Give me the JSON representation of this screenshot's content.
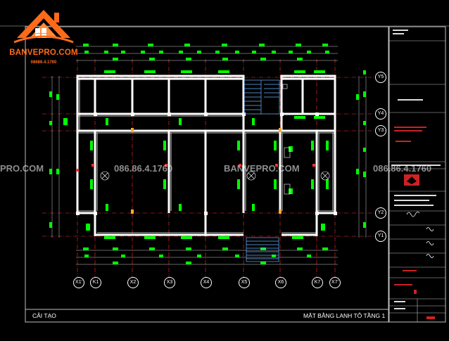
{
  "logo": {
    "name": "BANVEPRO.COM",
    "phone": "08686.4.1760"
  },
  "watermarks": [
    "PRO.COM",
    "086.86.4.1760",
    "BANVEPRO.COM",
    "086.86.4.1760"
  ],
  "drawing": {
    "bottom_left_label": "CẢI TẠO",
    "sheet_title": "MẶT BẰNG LANH TÔ TẦNG 1"
  },
  "axes": {
    "horizontal": [
      "X1'",
      "K1",
      "X2",
      "X3",
      "X4",
      "X5",
      "X6",
      "K7",
      "X7'"
    ],
    "vertical": [
      "Y5",
      "Y4",
      "Y3",
      "Y2",
      "Y1"
    ]
  },
  "colors": {
    "background": "#000000",
    "walls": "#ffffff",
    "dimensions": "#00ff00",
    "gridlines": "#ff3030",
    "logo": "#ff6a1a",
    "title_block_red": "#cc2222"
  }
}
